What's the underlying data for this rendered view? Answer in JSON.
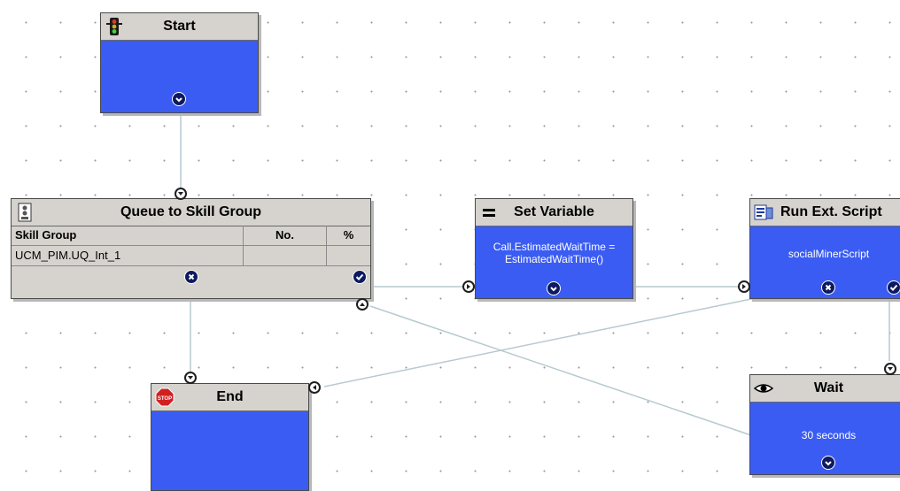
{
  "nodes": {
    "start": {
      "title": "Start"
    },
    "queue": {
      "title": "Queue to Skill Group",
      "columns": [
        "Skill Group",
        "No.",
        "%"
      ],
      "rows": [
        [
          "UCM_PIM.UQ_Int_1",
          "",
          ""
        ]
      ]
    },
    "set_variable": {
      "title": "Set Variable",
      "line1": "Call.EstimatedWaitTime =",
      "line2": "EstimatedWaitTime()"
    },
    "run_script": {
      "title": "Run Ext. Script",
      "body": "socialMinerScript"
    },
    "end": {
      "title": "End"
    },
    "wait": {
      "title": "Wait",
      "body": "30 seconds"
    }
  },
  "colors": {
    "node_body": "#3b5cf2",
    "node_header": "#d6d3ce",
    "link_line": "#b7c9d1",
    "grid_dot": "#9a9a9a"
  },
  "icons": {
    "start": "traffic-light-icon",
    "queue": "queue-icon",
    "set_variable": "equals-icon",
    "run_script": "script-icon",
    "end": "stop-sign-icon",
    "wait": "eye-icon"
  }
}
